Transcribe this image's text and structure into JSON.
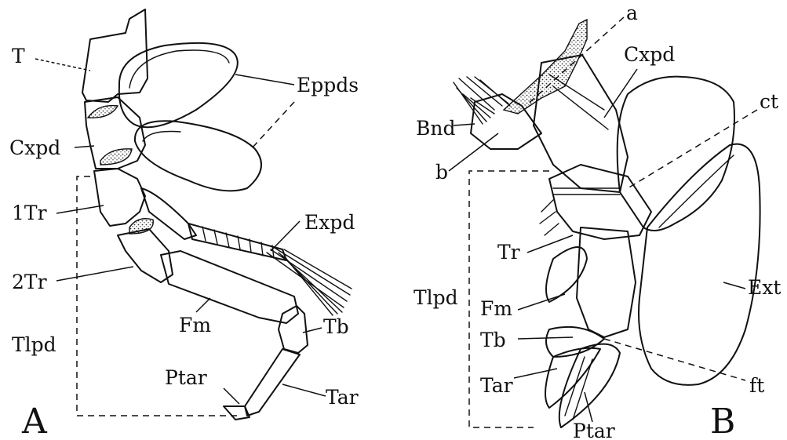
{
  "panelA": {
    "letter": "A",
    "labels": {
      "T": "T",
      "Eppds": "Eppds",
      "Cxpd": "Cxpd",
      "Tr1": "1Tr",
      "Expd": "Expd",
      "Tr2": "2Tr",
      "Tlpd": "Tlpd",
      "Fm": "Fm",
      "Tb": "Tb",
      "Ptar": "Ptar",
      "Tar": "Tar"
    }
  },
  "panelB": {
    "letter": "B",
    "labels": {
      "a": "a",
      "Cxpd": "Cxpd",
      "ct": "ct",
      "Bnd": "Bnd",
      "b": "b",
      "Tr": "Tr",
      "Tlpd": "Tlpd",
      "Fm": "Fm",
      "Ext": "Ext",
      "Tb": "Tb",
      "Tar": "Tar",
      "ft": "ft",
      "Ptar": "Ptar"
    }
  }
}
